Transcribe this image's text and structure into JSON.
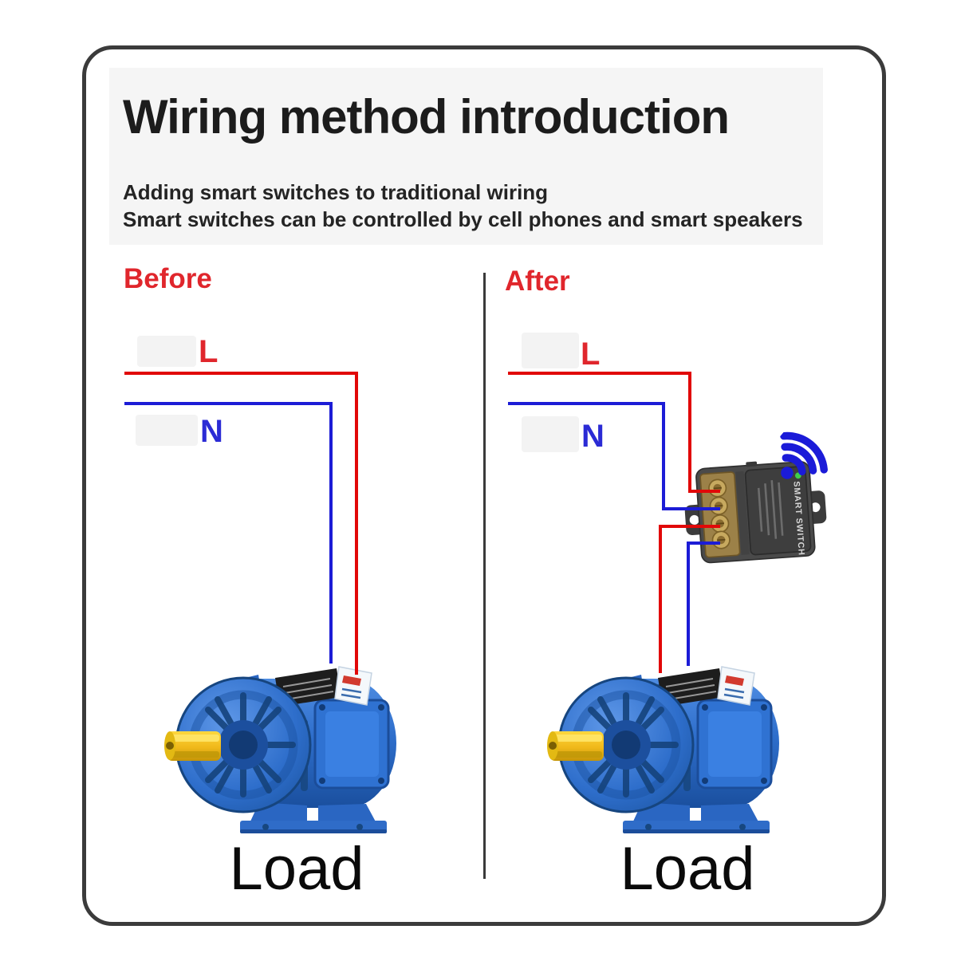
{
  "header": {
    "title": "Wiring method introduction",
    "subtitle_line1": "Adding smart switches to traditional wiring",
    "subtitle_line2": "Smart switches can be controlled by cell phones and smart speakers"
  },
  "before": {
    "section_label": "Before",
    "live_label": "L",
    "neutral_label": "N",
    "load_label": "Load"
  },
  "after": {
    "section_label": "After",
    "live_label": "L",
    "neutral_label": "N",
    "load_label": "Load",
    "device_label": "SMART SWITCH"
  },
  "icons": {
    "wifi": "wifi-icon",
    "led": "power-led"
  },
  "colors": {
    "live_wire": "#e10808",
    "neutral_wire": "#1c1cd6",
    "section_label": "#e0262c",
    "neutral_text": "#2b2bd5",
    "divider": "#3a3a3a",
    "frame_border": "#3b3b3b",
    "header_bg": "#f5f5f5",
    "redacted_box": "#f3f3f3",
    "wifi_blue": "#1b1bd8",
    "led_green": "#3ecf4a",
    "title_text": "#1c1c1c",
    "load_text": "#0a0a0a"
  }
}
